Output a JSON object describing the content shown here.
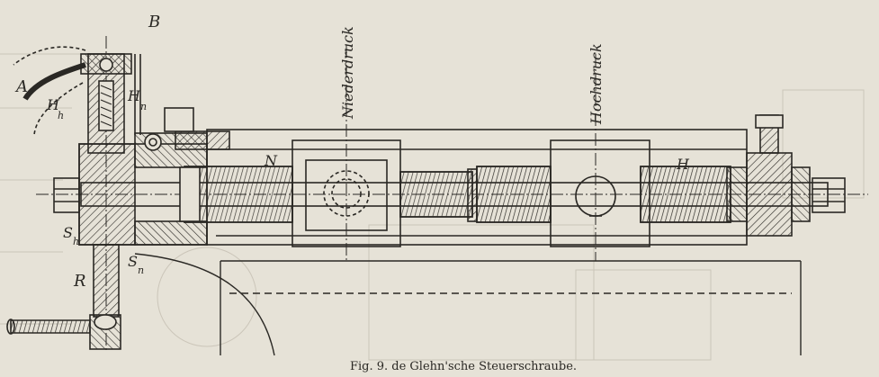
{
  "caption": "Fig. 9.   de Glehn'sche Steuerschraube.",
  "labels": {
    "b": "B",
    "a": "A",
    "hh": "H",
    "hh_sub": "h",
    "hn": "H",
    "hn_sub": "n",
    "n": "N",
    "h": "H",
    "sh": "S",
    "sh_sub": "h",
    "sn": "S",
    "sn_sub": "n",
    "r": "R",
    "niederdruck": "Niederdruck",
    "hochdruck": "Hochdruck"
  },
  "colors": {
    "paper": "#e6e2d7",
    "ink": "#2a2824",
    "faint": "#b9b3a6"
  }
}
